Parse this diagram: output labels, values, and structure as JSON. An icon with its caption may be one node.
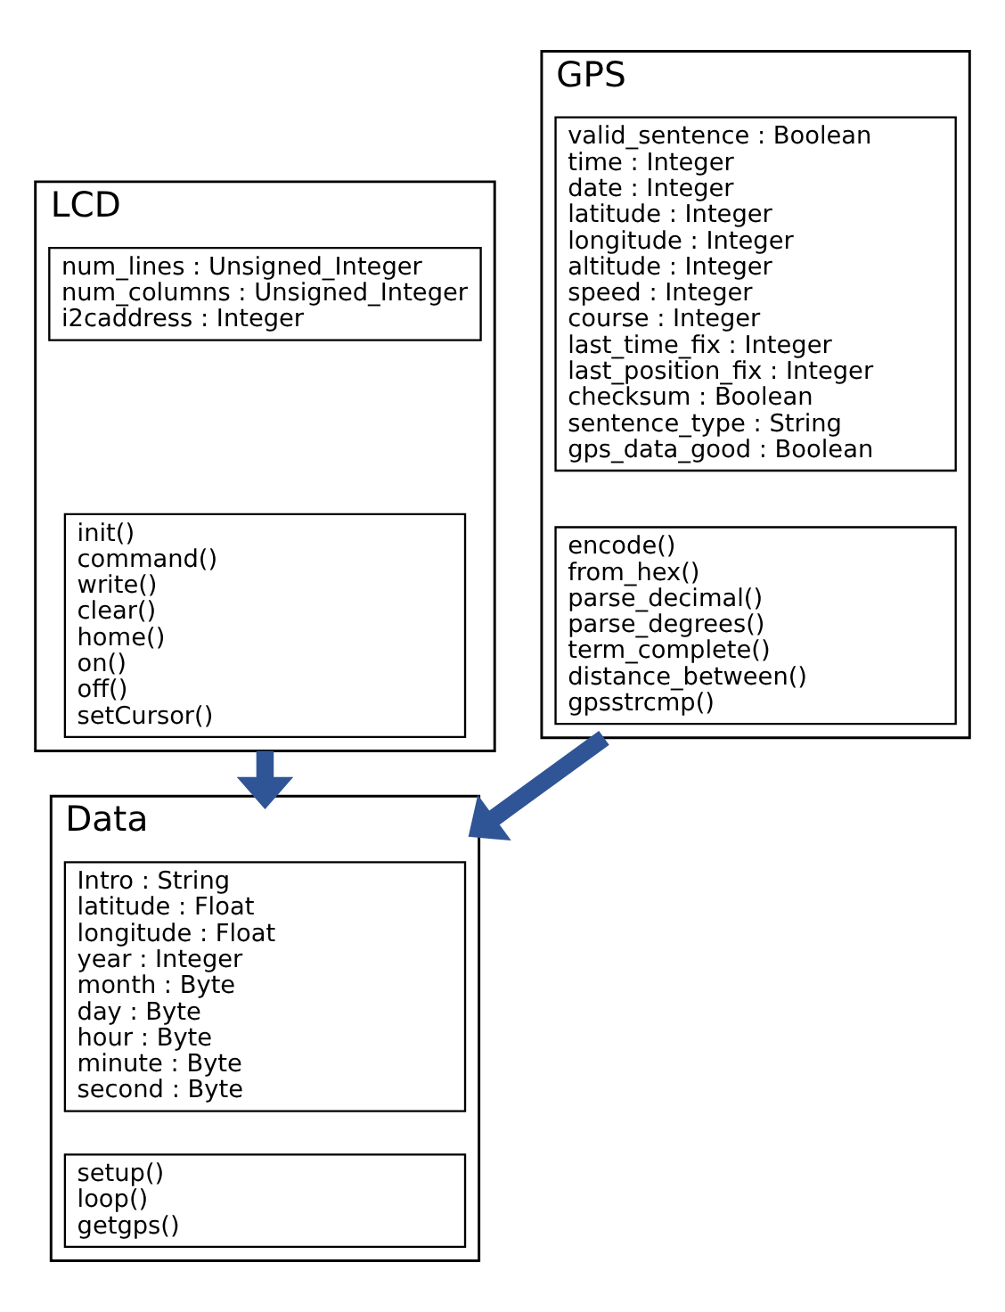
{
  "diagram": {
    "nodes": [
      {
        "text": [
          "LCD"
        ]
      },
      {
        "text": [
          "num_lines : Unsigned_Integer",
          "num_columns : Unsigned_Integer",
          "i2caddress : Integer"
        ],
        "in": 0
      },
      {
        "text": [
          "init()",
          "command()",
          "write()",
          "clear()",
          "home()",
          "on()",
          "off()",
          "setCursor()"
        ],
        "in": 0
      },
      {
        "text": [
          "GPS"
        ]
      },
      {
        "text": [
          "valid_sentence : Boolean",
          "time : Integer",
          "date : Integer",
          "latitude : Integer",
          "longitude : Integer",
          "altitude : Integer",
          "speed : Integer",
          "course : Integer",
          "last_time_fix : Integer",
          "last_position_fix : Integer",
          "checksum : Boolean",
          "sentence_type : String",
          "gps_data_good : Boolean"
        ],
        "in": 3
      },
      {
        "text": [
          "encode()",
          "from_hex()",
          "parse_decimal()",
          "parse_degrees()",
          "term_complete()",
          "distance_between()",
          "gpsstrcmp()"
        ],
        "in": 3
      },
      {
        "text": [
          "Data"
        ]
      },
      {
        "text": [
          "Intro : String",
          "latitude : Float",
          "longitude : Float",
          "year : Integer",
          "month : Byte",
          "day : Byte",
          "hour : Byte",
          "minute : Byte",
          "second : Byte"
        ],
        "in": 6
      },
      {
        "text": [
          "setup()",
          "loop()",
          "getgps()"
        ],
        "in": 6
      }
    ],
    "edges": [
      {
        "from": 0,
        "to": 6,
        "arrow": "to"
      },
      {
        "from": 3,
        "to": 6,
        "arrow": "to"
      }
    ]
  }
}
